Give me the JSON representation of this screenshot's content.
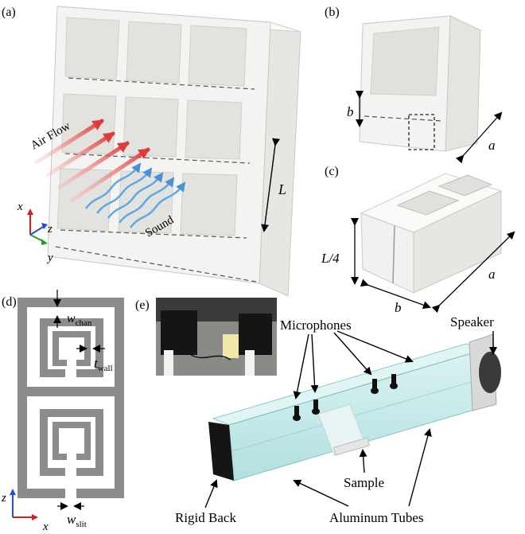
{
  "panels": {
    "a": {
      "tag": "(a)",
      "air_flow": "Air Flow",
      "sound": "Sound",
      "dim_L": "L",
      "axes": {
        "x": "x",
        "y": "y",
        "z": "z"
      }
    },
    "b": {
      "tag": "(b)",
      "dim_b": "b",
      "dim_a": "a"
    },
    "c": {
      "tag": "(c)",
      "dim_L4": "L/4",
      "dim_b": "b",
      "dim_a": "a"
    },
    "d": {
      "tag": "(d)",
      "w_chan": "w",
      "w_chan_sub": "chan",
      "t_wall": "t",
      "t_wall_sub": "wall",
      "w_slit": "w",
      "w_slit_sub": "slit",
      "axes": {
        "z": "z",
        "x": "x"
      }
    },
    "e": {
      "tag": "(e)",
      "microphones": "Microphones",
      "speaker": "Speaker",
      "sample": "Sample",
      "rigid_back": "Rigid Back",
      "aluminum_tubes": "Aluminum Tubes"
    }
  },
  "colors": {
    "panel_white": "#f4f4f2",
    "panel_shade": "#dcdcd8",
    "air_arrow": "#e85050",
    "sound_wave": "#5aa6e6",
    "axis_x": "#d02020",
    "axis_y": "#20a020",
    "axis_z": "#2050d0",
    "unit_cell_gray": "#8c8c8c",
    "tube_glass": "#bfe6e6"
  }
}
